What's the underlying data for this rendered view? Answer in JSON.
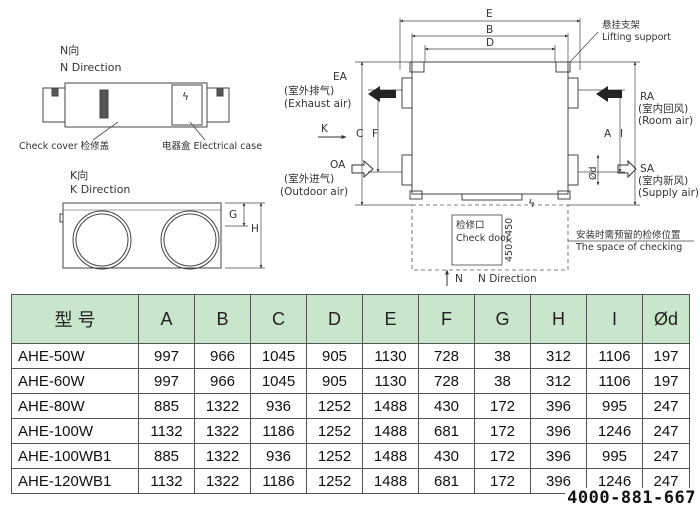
{
  "drawing": {
    "n_view": {
      "title_cn": "N向",
      "title_en": "N Direction",
      "check_cover": "Check cover 检修盖",
      "electrical_case": "电器盒 Electrical case"
    },
    "k_view": {
      "title_cn": "K向",
      "title_en": "K Direction",
      "dim_g": "G",
      "dim_h": "H"
    },
    "main_view": {
      "dim_e": "E",
      "dim_b": "B",
      "dim_d": "D",
      "dim_c": "C",
      "dim_f": "F",
      "dim_a": "A",
      "dim_i": "I",
      "dim_od": "Ød",
      "lifting_cn": "悬挂支架",
      "lifting_en": "Lifting support",
      "ea_code": "EA",
      "ea_cn": "(室外排气)",
      "ea_en": "(Exhaust air)",
      "oa_code": "OA",
      "oa_cn": "(室外进气)",
      "oa_en": "(Outdoor air)",
      "ra_code": "RA",
      "ra_cn": "(室内回风)",
      "ra_en": "(Room air)",
      "sa_code": "SA",
      "sa_cn": "(室内新风)",
      "sa_en": "(Supply air)",
      "k_label": "K",
      "n_label": "N",
      "n_direction": "N Direction",
      "check_door_cn": "检修口",
      "check_door_en": "Check door",
      "check_door_size": "450×450",
      "space_cn": "安装时需预留的检修位置",
      "space_en": "The space of checking"
    }
  },
  "table": {
    "headers": [
      "型 号",
      "A",
      "B",
      "C",
      "D",
      "E",
      "F",
      "G",
      "H",
      "I",
      "Ød"
    ],
    "rows": [
      [
        "AHE-50W",
        "997",
        "966",
        "1045",
        "905",
        "1130",
        "728",
        "38",
        "312",
        "1106",
        "197"
      ],
      [
        "AHE-60W",
        "997",
        "966",
        "1045",
        "905",
        "1130",
        "728",
        "38",
        "312",
        "1106",
        "197"
      ],
      [
        "AHE-80W",
        "885",
        "1322",
        "936",
        "1252",
        "1488",
        "430",
        "172",
        "396",
        "995",
        "247"
      ],
      [
        "AHE-100W",
        "1132",
        "1322",
        "1186",
        "1252",
        "1488",
        "681",
        "172",
        "396",
        "1246",
        "247"
      ],
      [
        "AHE-100WB1",
        "885",
        "1322",
        "936",
        "1252",
        "1488",
        "430",
        "172",
        "396",
        "995",
        "247"
      ],
      [
        "AHE-120WB1",
        "1132",
        "1322",
        "1186",
        "1252",
        "1488",
        "681",
        "172",
        "396",
        "1246",
        "247"
      ]
    ]
  },
  "phone": "4000-881-667"
}
